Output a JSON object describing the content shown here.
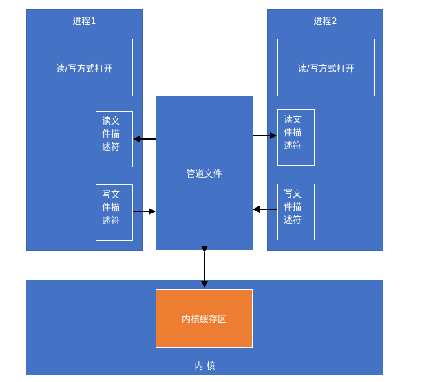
{
  "process1": {
    "title": "进程1",
    "open_mode": "读/写方式打开",
    "read_fd": [
      "读文",
      "件描",
      "述符"
    ],
    "write_fd": [
      "写文",
      "件描",
      "述符"
    ]
  },
  "process2": {
    "title": "进程2",
    "open_mode": "读/写方式打开",
    "read_fd": [
      "读文",
      "件描",
      "述符"
    ],
    "write_fd": [
      "写文",
      "件描",
      "述符"
    ]
  },
  "pipe_file": {
    "label": "管道文件"
  },
  "kernel": {
    "label": "内 核",
    "buffer_label": "内核缓存区"
  },
  "colors": {
    "block_blue": "#4472c4",
    "buffer_orange": "#ed7d31",
    "arrow": "#000000",
    "outline": "#ffffff"
  }
}
